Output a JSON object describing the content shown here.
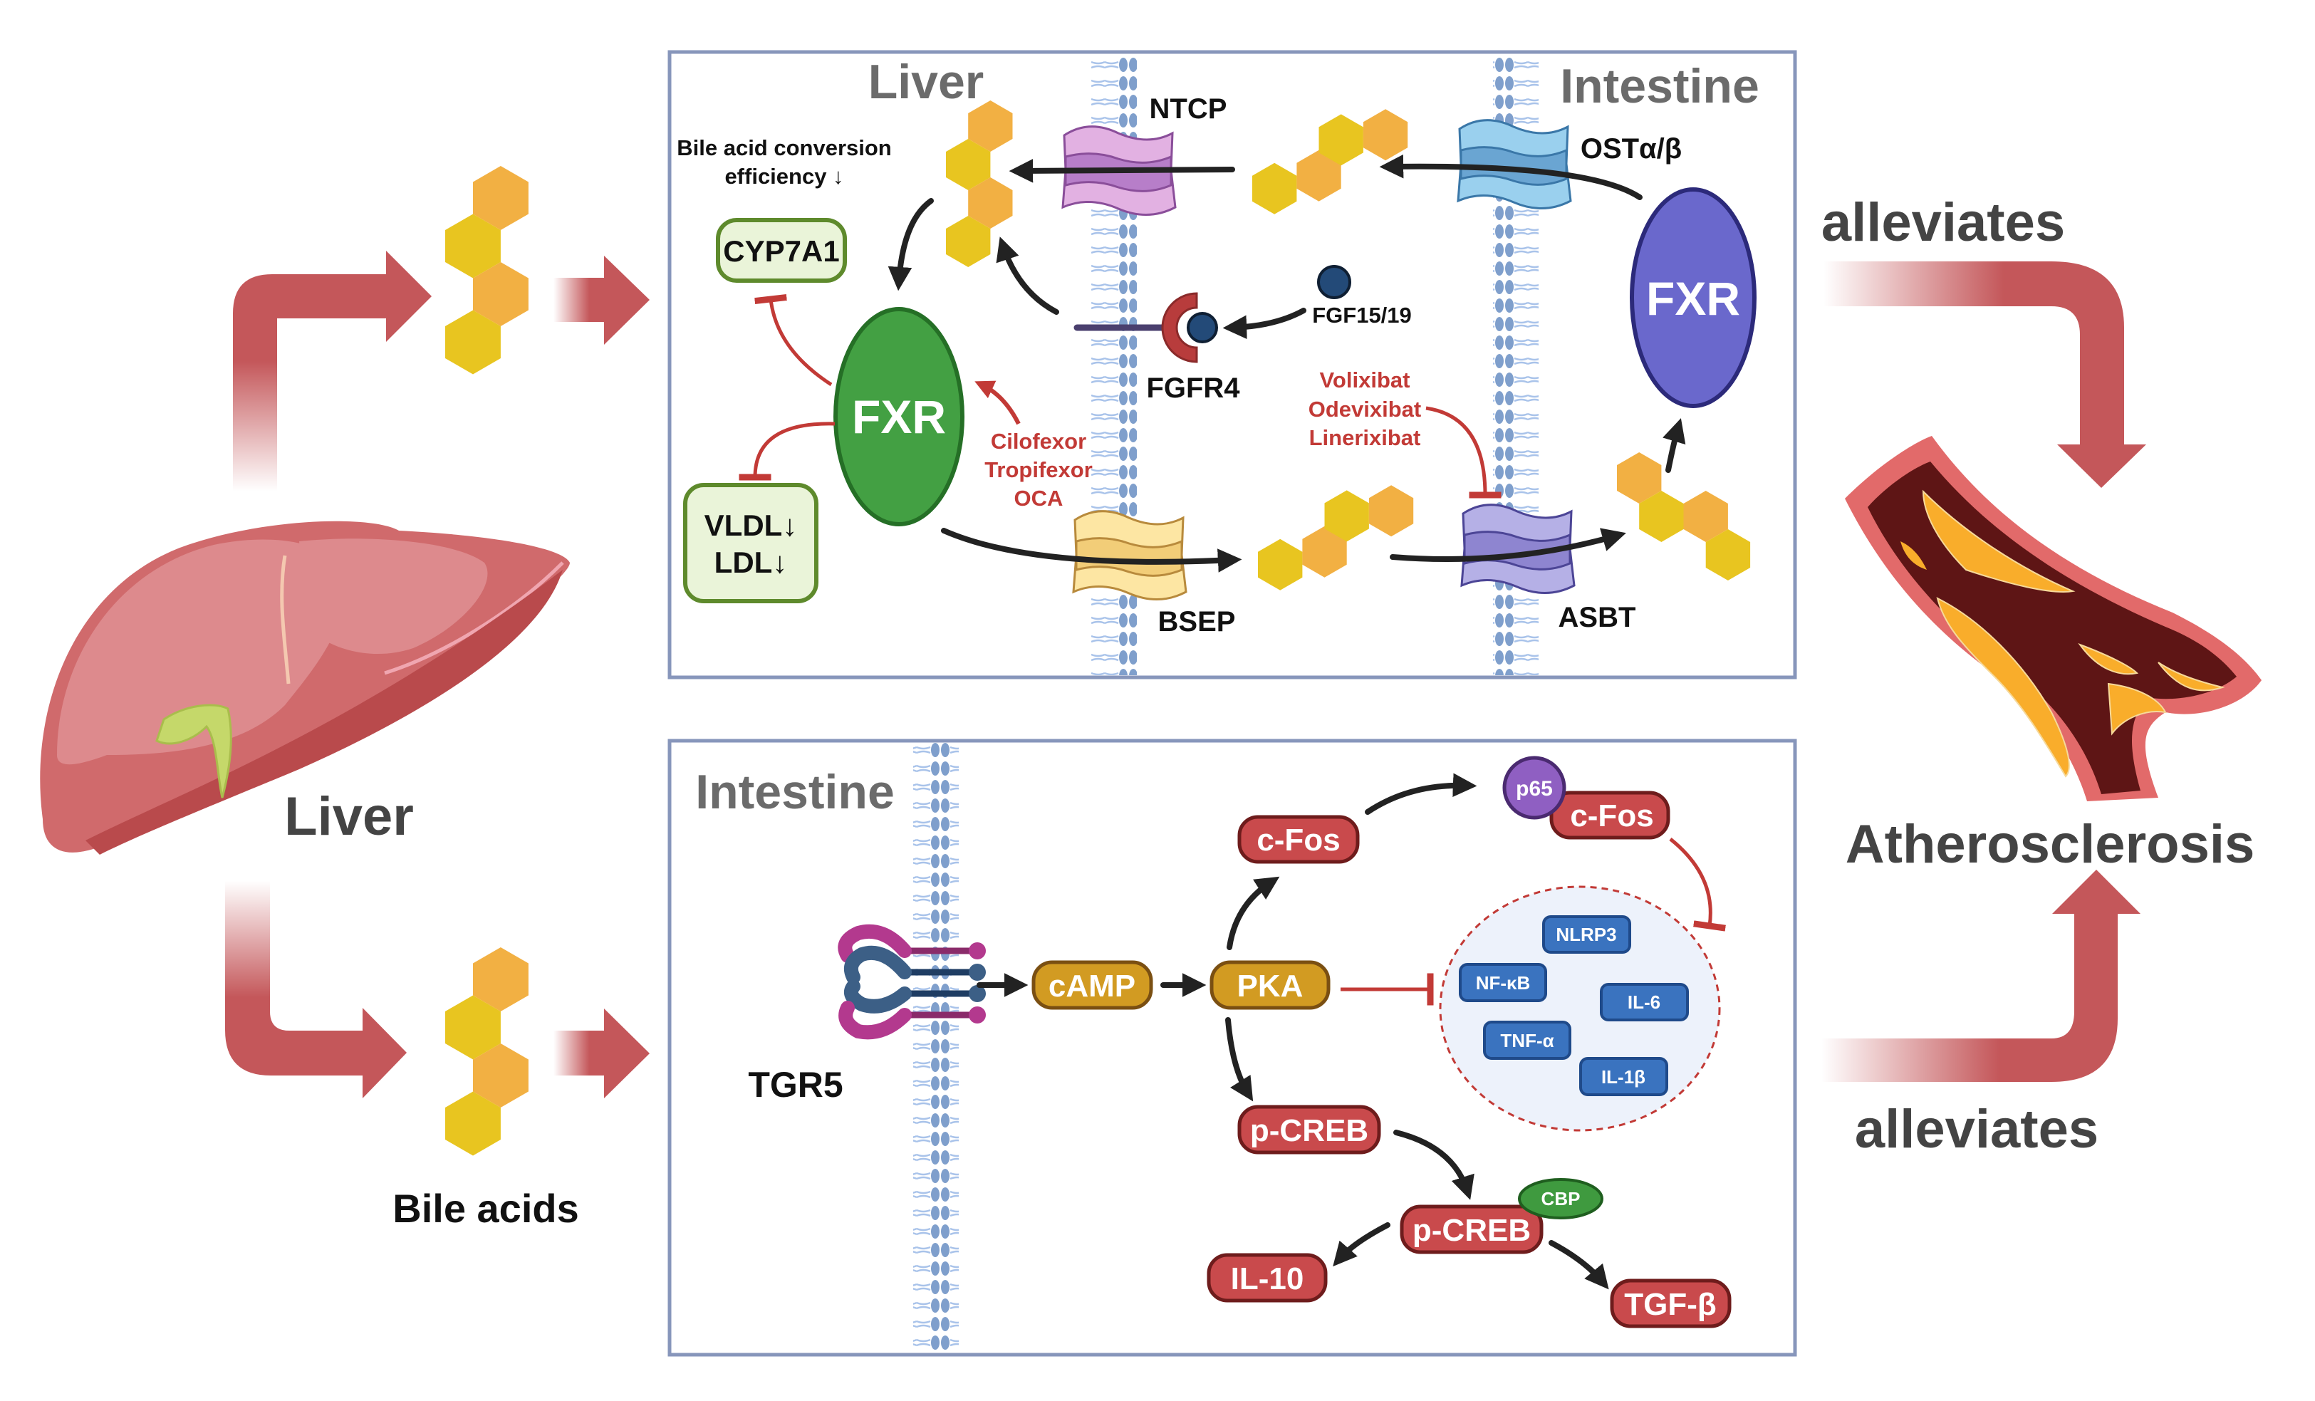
{
  "figure": {
    "left": {
      "organ_label": "Liver",
      "bile_acids_label": "Bile acids"
    },
    "right": {
      "outcome_label": "Atherosclerosis",
      "alleviates_top": "alleviates",
      "alleviates_bottom": "alleviates"
    },
    "fxr_panel": {
      "liver_title": "Liver",
      "intestine_title": "Intestine",
      "conversion_note_line1": "Bile acid conversion",
      "conversion_note_line2": "efficiency ↓",
      "cyp7a1": "CYP7A1",
      "lipids_line1": "VLDL↓",
      "lipids_line2": "LDL↓",
      "fxr_liver": "FXR",
      "fxr_intestine": "FXR",
      "ntcp": "NTCP",
      "ost": "OSTα/β",
      "fgfr4": "FGFR4",
      "fgf": "FGF15/19",
      "bsep": "BSEP",
      "asbt": "ASBT",
      "fxr_agonists": [
        "Cilofexor",
        "Tropifexor",
        "OCA"
      ],
      "asbt_inhibitors": [
        "Volixibat",
        "Odevixibat",
        "Linerixibat"
      ]
    },
    "tgr5_panel": {
      "intestine_title": "Intestine",
      "receptor": "TGR5",
      "camp": "cAMP",
      "pka": "PKA",
      "cfos": "c-Fos",
      "p65": "p65",
      "cfos_complex": "c-Fos",
      "pcreb": "p-CREB",
      "pcreb_complex": "p-CREB",
      "cbp": "CBP",
      "il10": "IL-10",
      "tgfb": "TGF-β",
      "inflammatory": [
        "NLRP3",
        "NF-κB",
        "IL-6",
        "TNF-α",
        "IL-1β"
      ]
    },
    "colors": {
      "arrow_red": "#c4575a",
      "inhibit_red": "#c23a36",
      "fxr_liver": "#43a043",
      "fxr_intestine": "#6a68cc",
      "node_red": "#c94a4c",
      "node_gold": "#d29b22",
      "node_blue": "#3a73bf",
      "hex_yellow": "#e8c520",
      "hex_orange": "#f2b043",
      "panel_border": "#8796bb"
    }
  }
}
